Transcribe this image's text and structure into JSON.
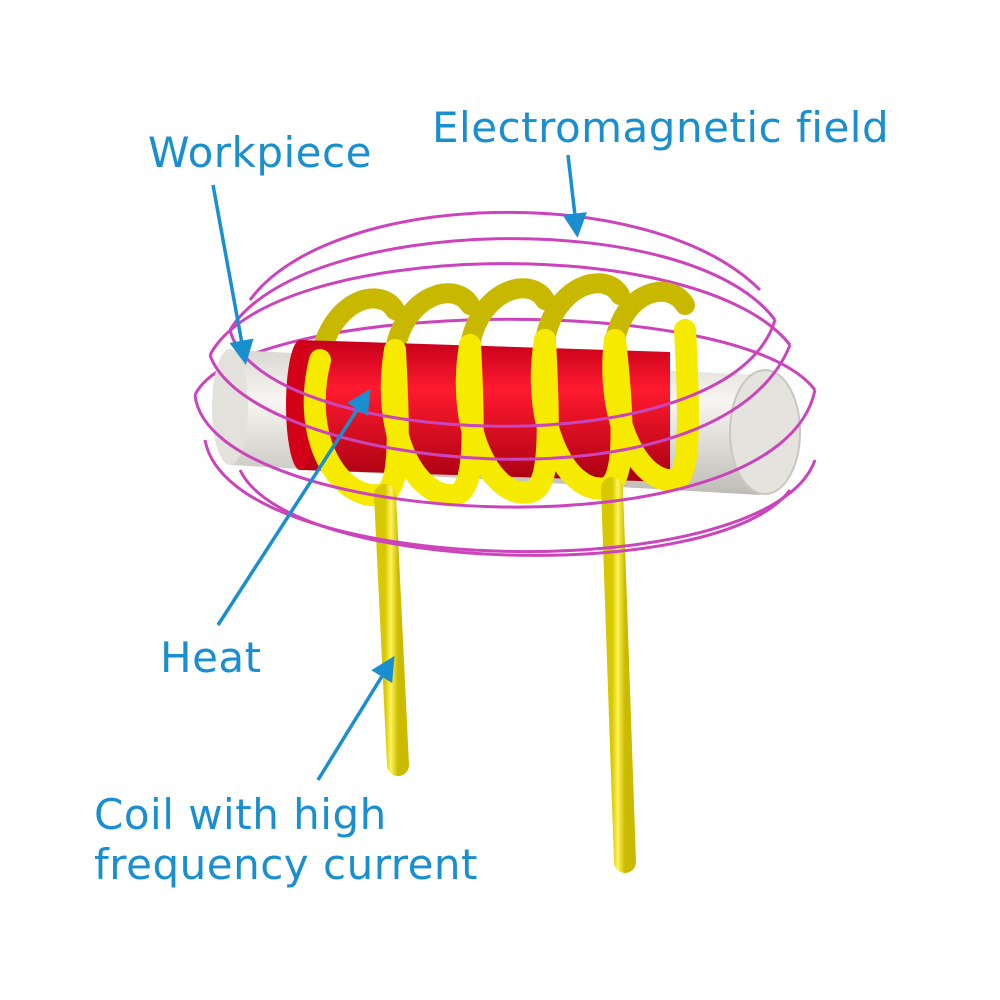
{
  "labels": {
    "workpiece": "Workpiece",
    "field": "Electromagnetic field",
    "heat": "Heat",
    "coil_line1": "Coil with high",
    "coil_line2": "frequency current"
  },
  "colors": {
    "label_text": "#1a8fd0",
    "arrow": "#1a8fd0",
    "field_lines": "#cc44bb",
    "coil": "#f5ea00",
    "coil_shade": "#c9b800",
    "heated_zone": "#e8001a",
    "heated_zone_shade": "#a80012",
    "workpiece": "#ecebe6",
    "workpiece_shade": "#c8c7c1"
  },
  "icons": {
    "arrow": "arrow-icon"
  }
}
